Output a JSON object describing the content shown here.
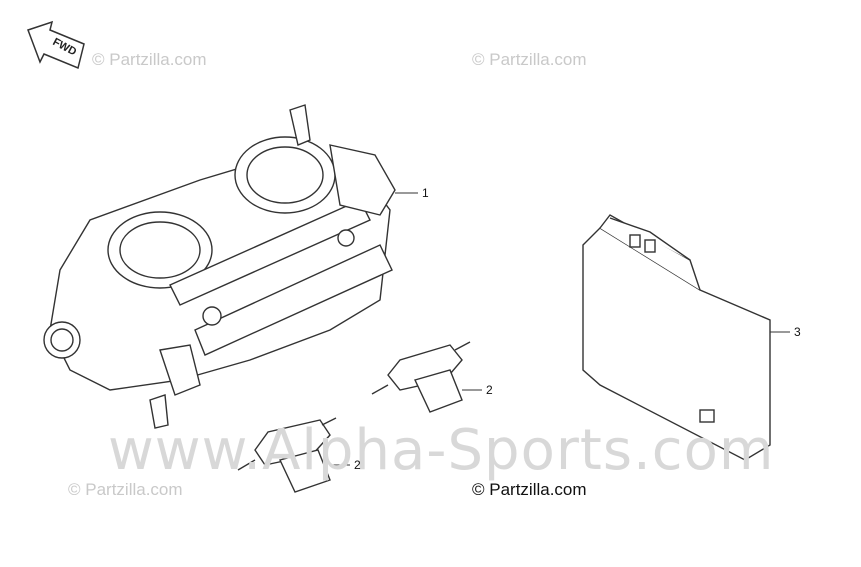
{
  "watermarks": {
    "top_left": "© Partzilla.com",
    "top_right": "© Partzilla.com",
    "bottom_left": "© Partzilla.com",
    "bottom_center": "© Partzilla.com",
    "big": "www.Alpha-Sports.com"
  },
  "fwd_label": "FWD",
  "callouts": [
    {
      "id": "throttle-body",
      "label": "1"
    },
    {
      "id": "injector-upper",
      "label": "2"
    },
    {
      "id": "injector-lower",
      "label": "2"
    },
    {
      "id": "ecu",
      "label": "3"
    }
  ],
  "colors": {
    "line": "#333333",
    "watermark": "#c9c9c9"
  }
}
